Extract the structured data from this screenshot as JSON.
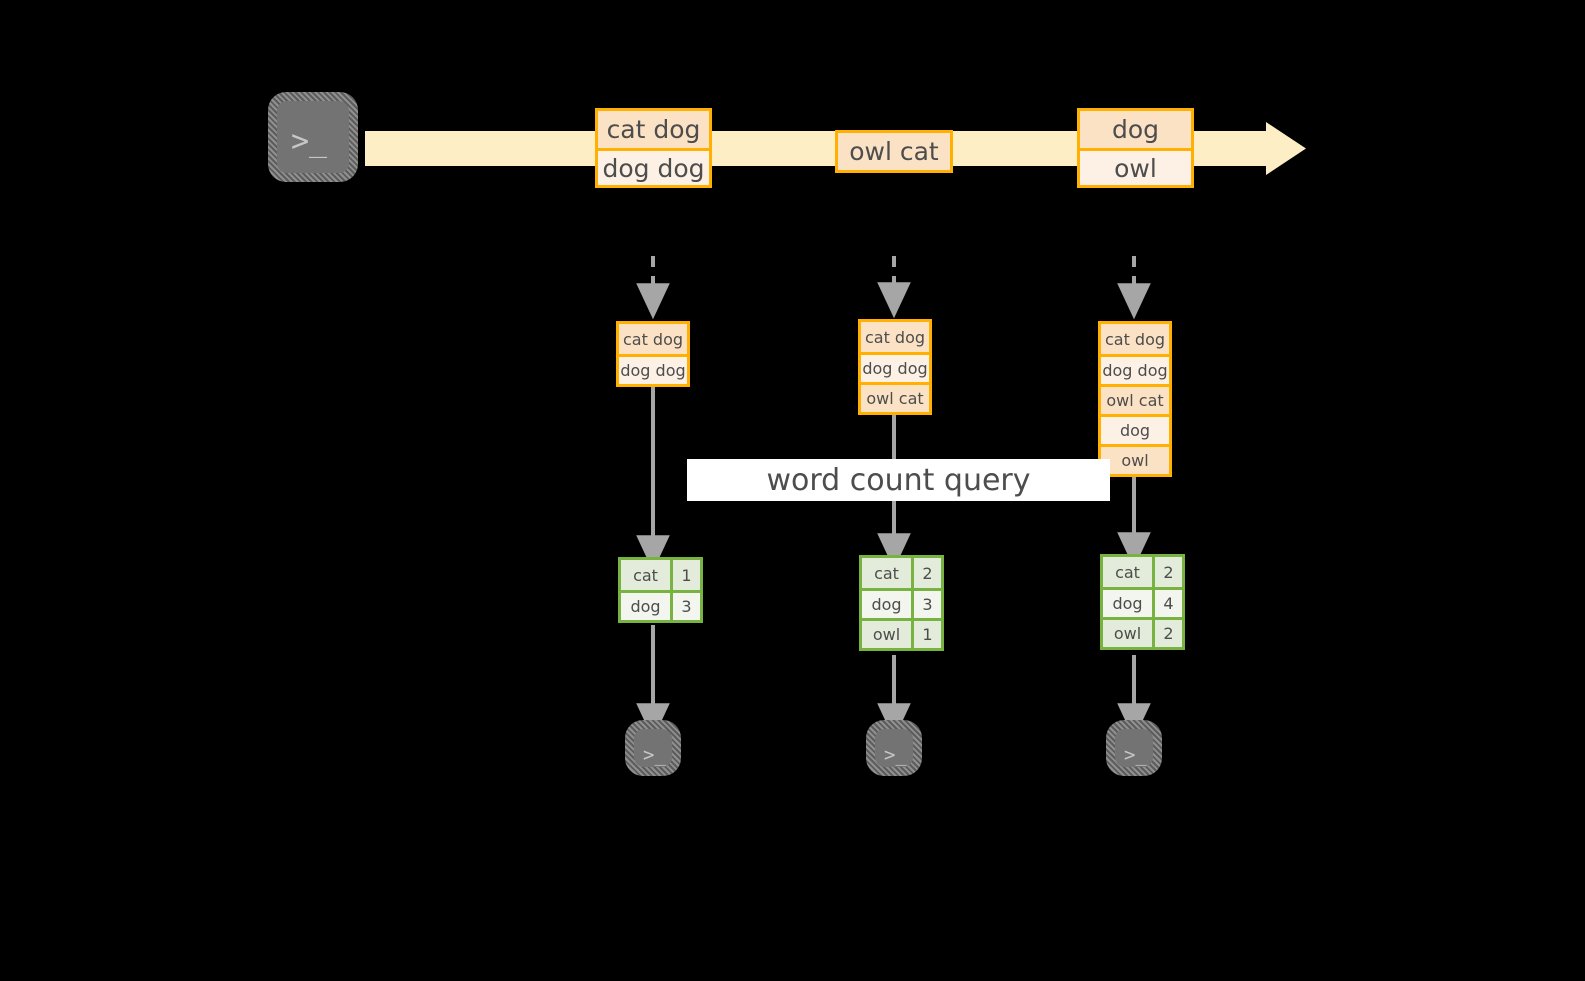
{
  "diagram": {
    "title_label": "word count query",
    "colors": {
      "background": "#000000",
      "stream_band": "#fdeec6",
      "message_border": "#ffb000",
      "message_fill_a": "#fce2c4",
      "message_fill_b": "#fdf1e5",
      "table_border": "#78b342",
      "table_fill_a": "#e3ecda",
      "table_fill_b": "#f2f6ee",
      "arrow_gray": "#a6a6a6",
      "terminal_gray": "#737373",
      "label_bg": "#ffffff",
      "text": "#4d4d4d"
    },
    "producer_terminal": {
      "glyph": ">_"
    },
    "stream": {
      "messages": [
        {
          "lines": [
            "cat dog",
            "dog dog"
          ]
        },
        {
          "lines": [
            "owl cat"
          ]
        },
        {
          "lines": [
            "dog",
            "owl"
          ]
        }
      ]
    },
    "snapshots": [
      {
        "state_lines": [
          "cat dog",
          "dog dog"
        ],
        "result": {
          "rows": [
            {
              "word": "cat",
              "count": "1"
            },
            {
              "word": "dog",
              "count": "3"
            }
          ]
        },
        "consumer_terminal": {
          "glyph": ">_"
        }
      },
      {
        "state_lines": [
          "cat dog",
          "dog dog",
          "owl cat"
        ],
        "result": {
          "rows": [
            {
              "word": "cat",
              "count": "2"
            },
            {
              "word": "dog",
              "count": "3"
            },
            {
              "word": "owl",
              "count": "1"
            }
          ]
        },
        "consumer_terminal": {
          "glyph": ">_"
        }
      },
      {
        "state_lines": [
          "cat dog",
          "dog dog",
          "owl cat",
          "dog",
          "owl"
        ],
        "result": {
          "rows": [
            {
              "word": "cat",
              "count": "2"
            },
            {
              "word": "dog",
              "count": "4"
            },
            {
              "word": "owl",
              "count": "2"
            }
          ]
        },
        "consumer_terminal": {
          "glyph": ">_"
        }
      }
    ]
  }
}
